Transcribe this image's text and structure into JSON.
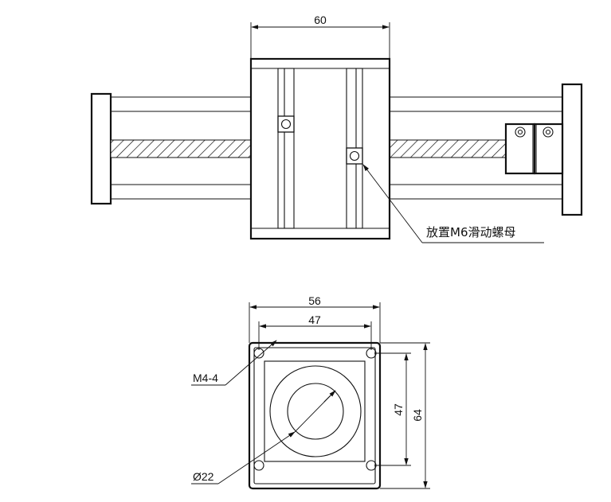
{
  "top_view": {
    "width_label": "60",
    "callout_label": "放置M6滑动螺母"
  },
  "front_view": {
    "outer_width_label": "56",
    "inner_width_label": "47",
    "inner_height_label": "47",
    "outer_height_label": "64",
    "hole_label": "M4-4",
    "bore_label": "Ø22"
  }
}
